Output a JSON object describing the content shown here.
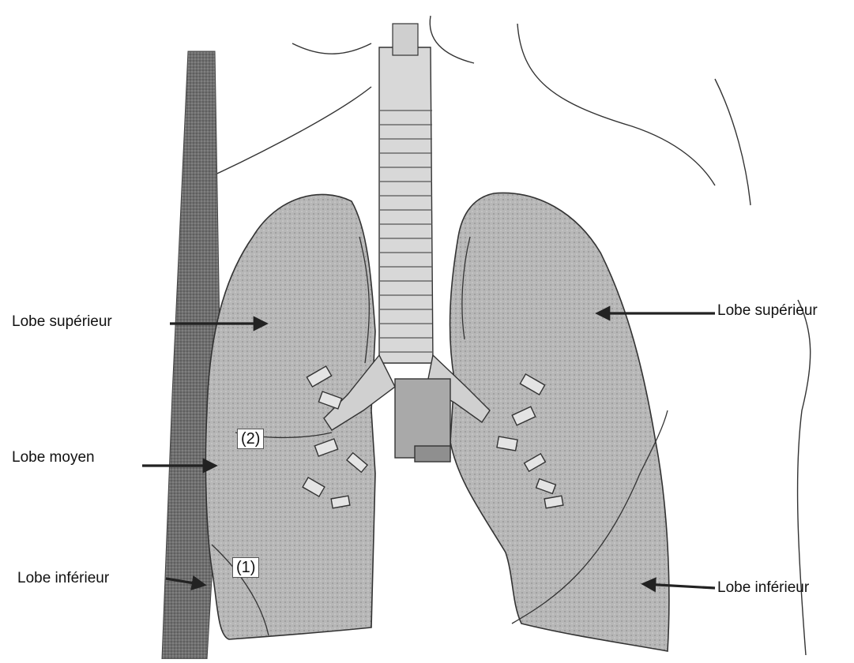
{
  "labels": {
    "left_upper": "Lobe supérieur",
    "left_middle": "Lobe moyen",
    "left_lower": "Lobe inférieur",
    "right_upper": "Lobe supérieur",
    "right_lower": "Lobe inférieur"
  },
  "fissures": {
    "oblique": "(1)",
    "horizontal": "(2)"
  },
  "colors": {
    "lung_fill": "#b9b9b9",
    "lung_stroke": "#333333",
    "trachea_fill": "#d6d6d6",
    "body_strip": "#7d7d7d",
    "arrow": "#222222"
  }
}
